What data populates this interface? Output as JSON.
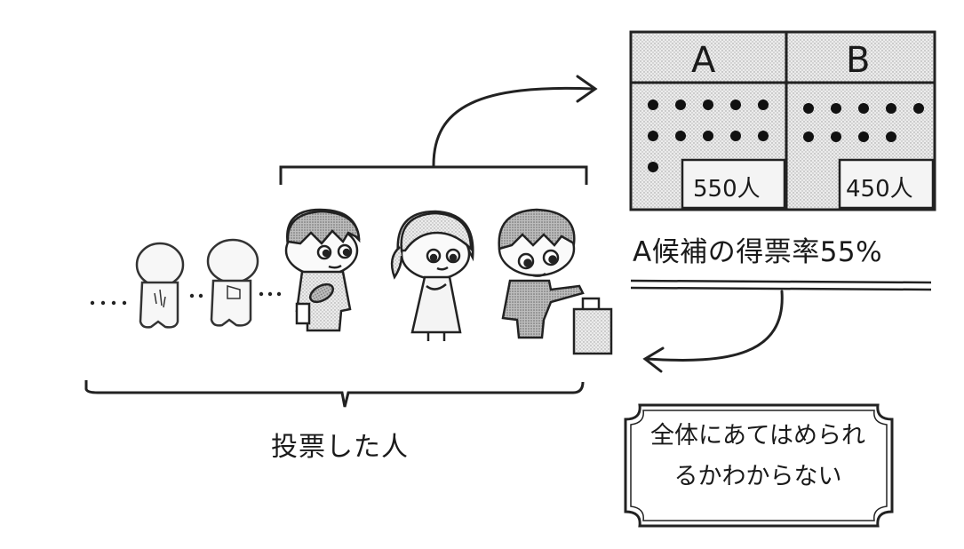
{
  "ballot_box": {
    "header_a": "A",
    "header_b": "B",
    "count_a": "550人",
    "count_b": "450人",
    "dots_a": 11,
    "dots_b": 9
  },
  "result_label": "A候補の得票率55%",
  "voters_label": "投票した人",
  "conclusion": {
    "line1": "全体にあてはめられ",
    "line2": "るかわからない"
  }
}
